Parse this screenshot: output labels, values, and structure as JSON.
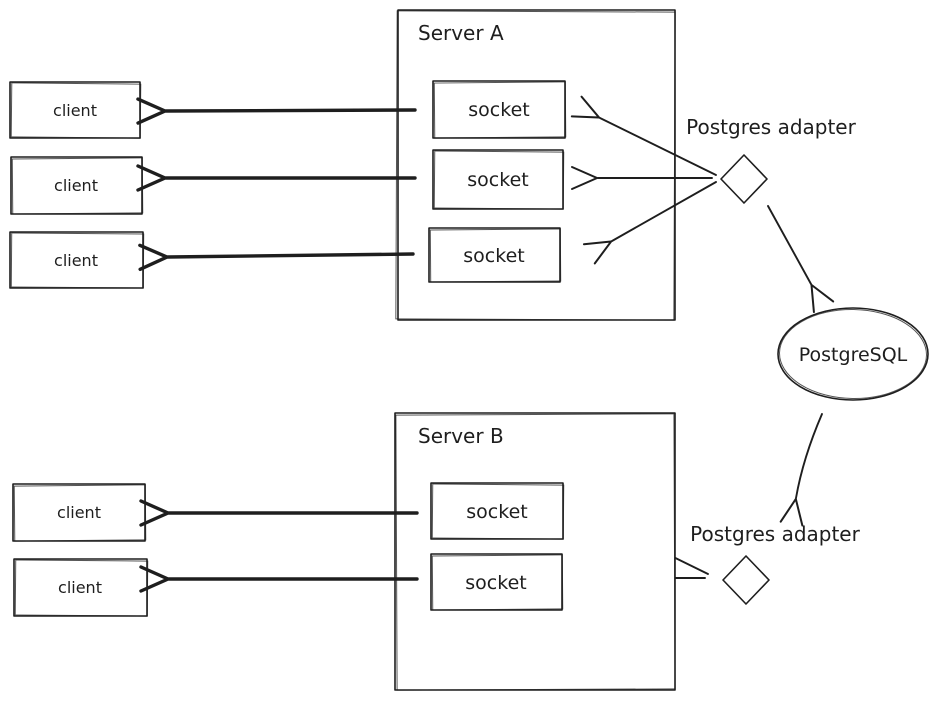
{
  "diagram": {
    "style": "hand-drawn whiteboard sketch",
    "colors": {
      "stroke": "#1e1e1e",
      "background": "#ffffff"
    },
    "server_a": {
      "label": "Server A",
      "sockets": [
        {
          "label": "socket"
        },
        {
          "label": "socket"
        },
        {
          "label": "socket"
        }
      ]
    },
    "clients_a": [
      {
        "label": "client"
      },
      {
        "label": "client"
      },
      {
        "label": "client"
      }
    ],
    "server_b": {
      "label": "Server B",
      "sockets": [
        {
          "label": "socket"
        },
        {
          "label": "socket"
        }
      ]
    },
    "clients_b": [
      {
        "label": "client"
      },
      {
        "label": "client"
      }
    ],
    "adapter_a": {
      "label": "Postgres adapter",
      "shape": "diamond"
    },
    "adapter_b": {
      "label": "Postgres adapter",
      "shape": "diamond"
    },
    "database": {
      "label": "PostgreSQL",
      "shape": "ellipse"
    }
  }
}
